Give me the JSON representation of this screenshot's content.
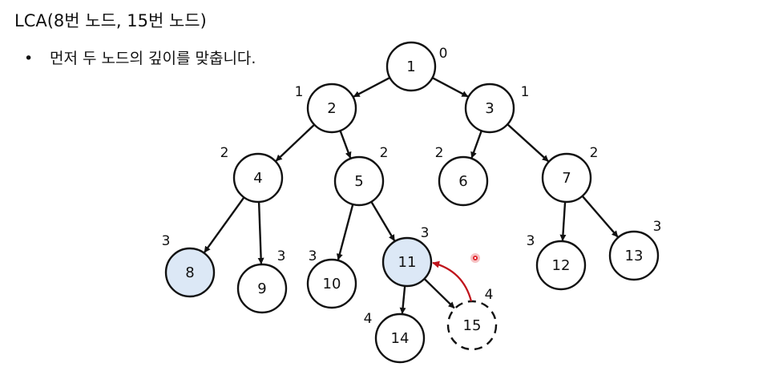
{
  "slide": {
    "title": "LCA(8번 노드, 15번 노드)",
    "bullet_marker": "•",
    "bullet_text": "먼저 두 노드의 깊이를 맞춥니다."
  },
  "colors": {
    "highlight_fill": "#dce8f6",
    "node_stroke": "#111111",
    "move_arrow": "#c0141c",
    "cursor_dot": "#e0232b"
  },
  "tree": {
    "nodes": [
      {
        "id": "1",
        "label": "1",
        "depth": "0"
      },
      {
        "id": "2",
        "label": "2",
        "depth": "1"
      },
      {
        "id": "3",
        "label": "3",
        "depth": "1"
      },
      {
        "id": "4",
        "label": "4",
        "depth": "2"
      },
      {
        "id": "5",
        "label": "5",
        "depth": "2"
      },
      {
        "id": "6",
        "label": "6",
        "depth": "2"
      },
      {
        "id": "7",
        "label": "7",
        "depth": "2"
      },
      {
        "id": "8",
        "label": "8",
        "depth": "3",
        "highlighted": true
      },
      {
        "id": "9",
        "label": "9",
        "depth": "3"
      },
      {
        "id": "10",
        "label": "10",
        "depth": "3"
      },
      {
        "id": "11",
        "label": "11",
        "depth": "3",
        "highlighted": true
      },
      {
        "id": "12",
        "label": "12",
        "depth": "3"
      },
      {
        "id": "13",
        "label": "13",
        "depth": "3"
      },
      {
        "id": "14",
        "label": "14",
        "depth": "4"
      },
      {
        "id": "15",
        "label": "15",
        "depth": "4",
        "dashed": true
      }
    ],
    "edges": [
      [
        "1",
        "2"
      ],
      [
        "1",
        "3"
      ],
      [
        "2",
        "4"
      ],
      [
        "2",
        "5"
      ],
      [
        "3",
        "6"
      ],
      [
        "3",
        "7"
      ],
      [
        "4",
        "8"
      ],
      [
        "4",
        "9"
      ],
      [
        "5",
        "10"
      ],
      [
        "5",
        "11"
      ],
      [
        "7",
        "12"
      ],
      [
        "7",
        "13"
      ],
      [
        "11",
        "14"
      ],
      [
        "11",
        "15"
      ]
    ],
    "move_arrow": {
      "from": "15",
      "to": "11"
    }
  }
}
